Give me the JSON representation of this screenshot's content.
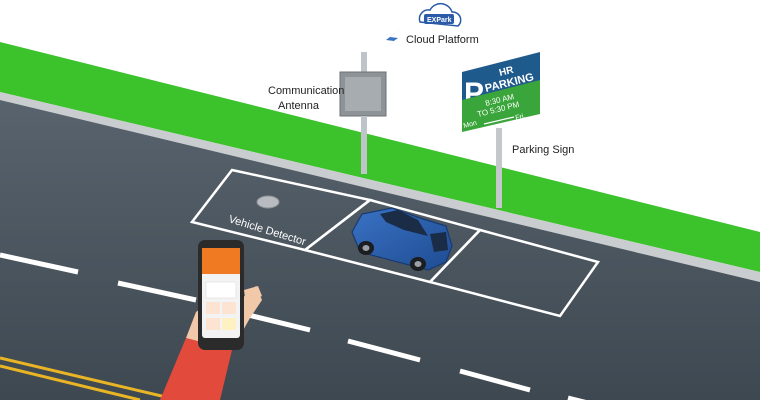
{
  "cloud": {
    "brand": "EXPark",
    "label": "Cloud Platform"
  },
  "antenna": {
    "label_line1": "Communication",
    "label_line2": "Antenna"
  },
  "sign": {
    "p_letter": "P",
    "line1": "HR",
    "line2": "PARKING",
    "time1": "8:30 AM",
    "time2": "TO 5:30 PM",
    "day_from": "Mon",
    "day_to": "Fri.",
    "label": "Parking Sign"
  },
  "detector": {
    "label": "Vehicle Detector"
  },
  "colors": {
    "grass": "#3cc22a",
    "road": "#4a5560",
    "sign_blue": "#1f5a8c",
    "sign_green": "#3aa53a",
    "car": "#2a5aa8",
    "phone_orange": "#f07a22",
    "sleeve": "#e24a3c",
    "hand": "#f2c9a8",
    "lane_yellow": "#e9b525"
  }
}
